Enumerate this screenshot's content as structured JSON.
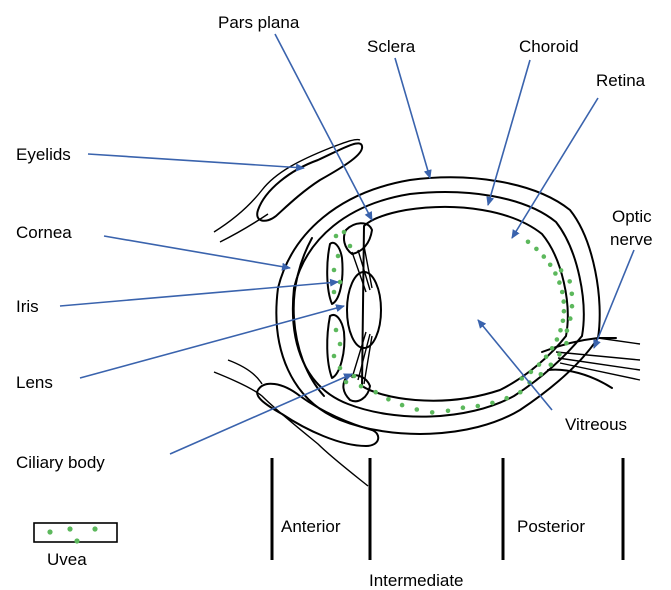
{
  "colors": {
    "arrow": "#3a63ad",
    "uvea_dots": "#5cb85c",
    "line": "#000000"
  },
  "labels": {
    "pars_plana": "Pars plana",
    "sclera": "Sclera",
    "choroid": "Choroid",
    "retina": "Retina",
    "optic_nerve_line1": "Optic",
    "optic_nerve_line2": "nerve",
    "eyelids": "Eyelids",
    "cornea": "Cornea",
    "iris": "Iris",
    "lens": "Lens",
    "ciliary_body": "Ciliary body",
    "vitreous": "Vitreous"
  },
  "regions": {
    "anterior": "Anterior",
    "intermediate": "Intermediate",
    "posterior": "Posterior"
  },
  "legend": {
    "label": "Uvea"
  }
}
